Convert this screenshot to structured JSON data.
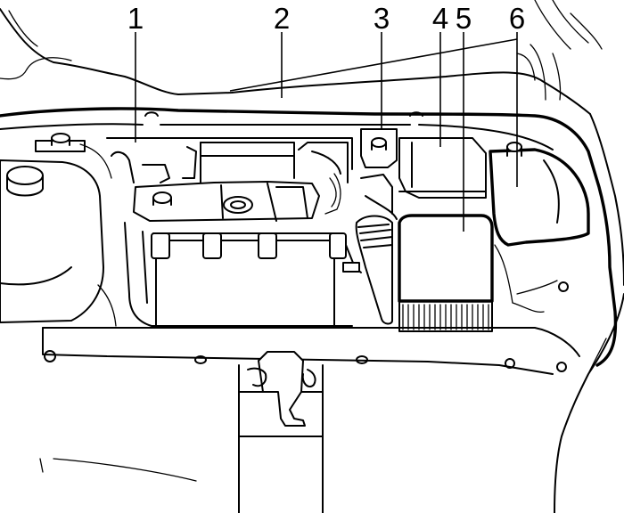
{
  "callouts": [
    {
      "number": "1"
    },
    {
      "number": "2"
    },
    {
      "number": "3"
    },
    {
      "number": "4"
    },
    {
      "number": "5"
    },
    {
      "number": "6"
    }
  ],
  "line_color": "#000000",
  "background_color": "#ffffff"
}
